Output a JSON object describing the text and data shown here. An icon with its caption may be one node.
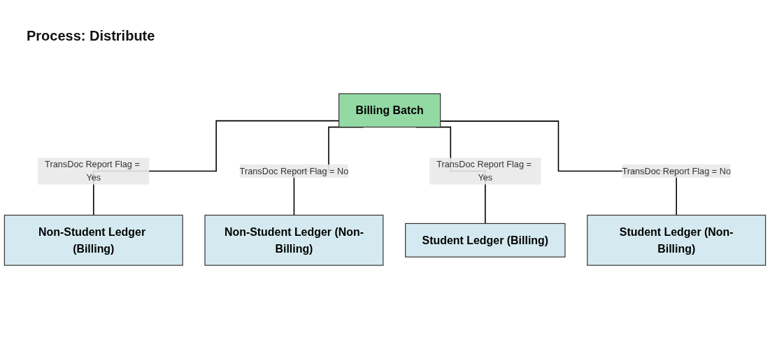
{
  "diagram": {
    "nodes": [
      {
        "text": [
          "Billing Batch"
        ]
      },
      {
        "text": [
          "Non-Student Ledger (Billing)"
        ]
      },
      {
        "text": [
          "Non-Student Ledger (Non-Billing)"
        ]
      },
      {
        "text": [
          "Student Ledger (Billing)"
        ]
      },
      {
        "text": [
          "Student Ledger (Non-Billing)"
        ]
      }
    ],
    "edges": [
      {
        "from": 0,
        "to": 1,
        "arrow": "none",
        "label": "TransDoc Report Flag = Yes"
      },
      {
        "from": 0,
        "to": 2,
        "arrow": "none",
        "label": "TransDoc Report Flag = No"
      },
      {
        "from": 0,
        "to": 3,
        "arrow": "none",
        "label": "TransDoc Report Flag = Yes"
      },
      {
        "from": 0,
        "to": 4,
        "arrow": "none",
        "label": "TransDoc Report Flag = No"
      }
    ],
    "labels": [
      "Process: Distribute"
    ]
  }
}
